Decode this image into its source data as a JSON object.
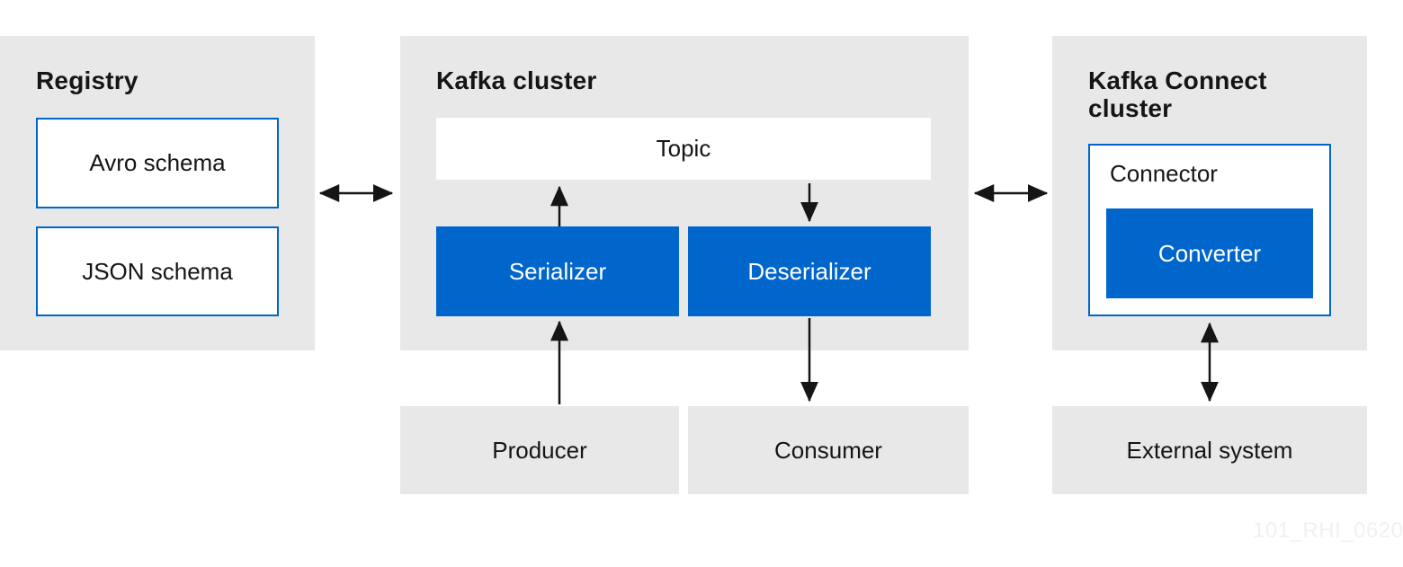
{
  "colors": {
    "panel_background": "#e8e8e8",
    "accent_blue": "#0066cc",
    "text_dark": "#151515",
    "text_light": "#ffffff",
    "watermark_gray": "#f2f1f1"
  },
  "registry": {
    "title": "Registry",
    "schemas": [
      {
        "label": "Avro schema"
      },
      {
        "label": "JSON schema"
      }
    ]
  },
  "kafka_cluster": {
    "title": "Kafka cluster",
    "topic_label": "Topic",
    "serializer_label": "Serializer",
    "deserializer_label": "Deserializer"
  },
  "kafka_connect": {
    "title": "Kafka Connect cluster",
    "connector_label": "Connector",
    "converter_label": "Converter"
  },
  "nodes": {
    "producer": "Producer",
    "consumer": "Consumer",
    "external_system": "External system"
  },
  "watermark": "101_RHI_0620"
}
